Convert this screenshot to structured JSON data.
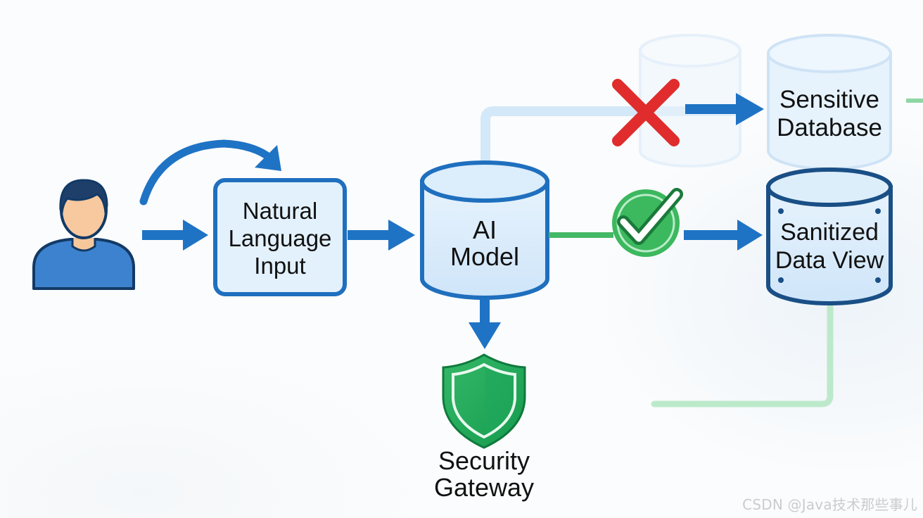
{
  "nodes": {
    "natural_language_input": {
      "line1": "Natural",
      "line2": "Language",
      "line3": "Input"
    },
    "ai_model": {
      "line1": "AI",
      "line2": "Model"
    },
    "sensitive_database": {
      "line1": "Sensitive",
      "line2": "Database"
    },
    "sanitized_data_view": {
      "line1": "Sanitized",
      "line2": "Data View"
    },
    "security_gateway": {
      "line1": "Security",
      "line2": "Gateway"
    }
  },
  "status_icons": {
    "blocked": "cross-icon",
    "allowed": "check-icon"
  },
  "colors": {
    "primary_blue": "#1f73c4",
    "node_fill": "#e2f0fc",
    "node_border": "#1f6fbe",
    "denied_red": "#e02c2c",
    "allowed_green": "#39b25a",
    "faint_blue_line": "#cfe6f8",
    "faint_green_line": "#b7e8c4"
  },
  "watermark": "CSDN @Java技术那些事儿"
}
